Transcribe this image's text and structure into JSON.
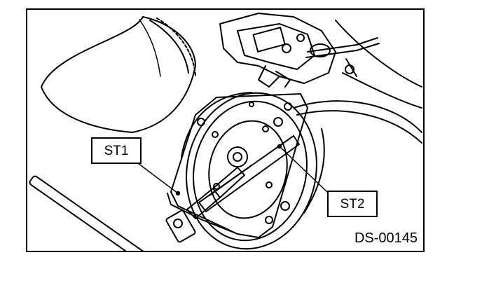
{
  "diagram": {
    "labels": {
      "st1": "ST1",
      "st2": "ST2"
    },
    "figure_code": "DS-00145",
    "colors": {
      "line": "#000000",
      "fill": "#ffffff"
    }
  }
}
